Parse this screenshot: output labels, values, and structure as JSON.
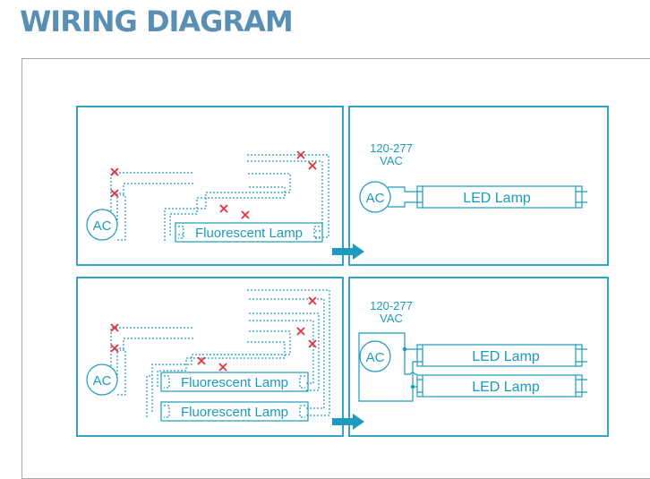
{
  "title": "WIRING DIAGRAM",
  "colors": {
    "title": "#5a8fb5",
    "line": "#1a9bbd",
    "cut": "#e0313a",
    "frame": "#a9a9a9"
  },
  "labels": {
    "ac": "AC",
    "voltage_line1": "120-277",
    "voltage_line2": "VAC",
    "fluorescent_lamp": "Fluorescent Lamp",
    "led_lamp": "LED Lamp"
  },
  "icons": {
    "arrow": "arrow-right-icon",
    "cut": "cross-mark-icon"
  }
}
